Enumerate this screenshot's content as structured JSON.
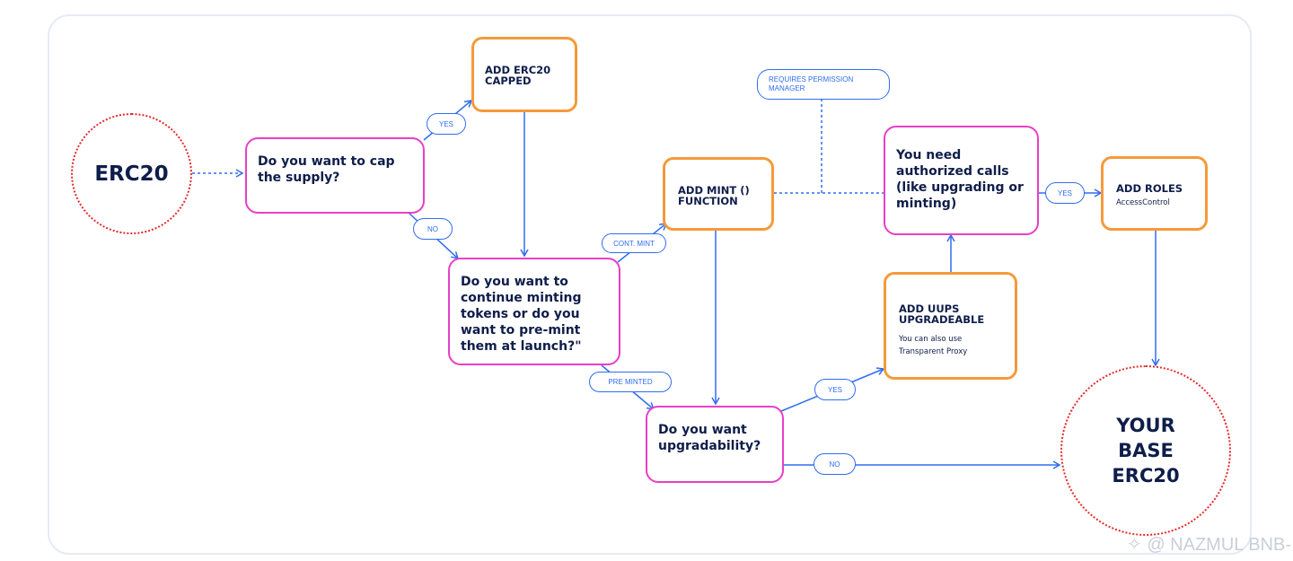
{
  "start": "ERC20",
  "end": "YOUR BASE ERC20",
  "questions": {
    "cap_supply": "Do you want to cap the supply?",
    "continue_minting": "Do you want to continue minting tokens or do you want to pre-mint them at launch?\"",
    "upgradability": "Do you want upgradability?",
    "authorized_calls": "You need authorized calls (like upgrading or minting)"
  },
  "actions": {
    "capped": {
      "title": "ADD ERC20 CAPPED"
    },
    "mint": {
      "title": "ADD MINT () FUNCTION"
    },
    "uups": {
      "title": "ADD UUPS UPGRADEABLE",
      "note1": "You can also use",
      "note2": "Transparent Proxy"
    },
    "roles": {
      "title": "ADD ROLES",
      "note": "AccessControl"
    }
  },
  "edge_labels": {
    "yes_cap": "YES",
    "no_cap": "NO",
    "cont_mint": "CONT. MINT",
    "pre_minted": "PRE MINTED",
    "yes_upgrade": "YES",
    "no_upgrade": "NO",
    "yes_auth": "YES"
  },
  "permission_note": "REQUIRES PERMISSION MANAGER",
  "watermark": "@ NAZMUL BNB-",
  "colors": {
    "question_border": "#e83fc6",
    "action_border": "#f59a3a",
    "arrow": "#2f6df0",
    "terminal_border": "#e5292a",
    "text": "#0f1d4a"
  }
}
